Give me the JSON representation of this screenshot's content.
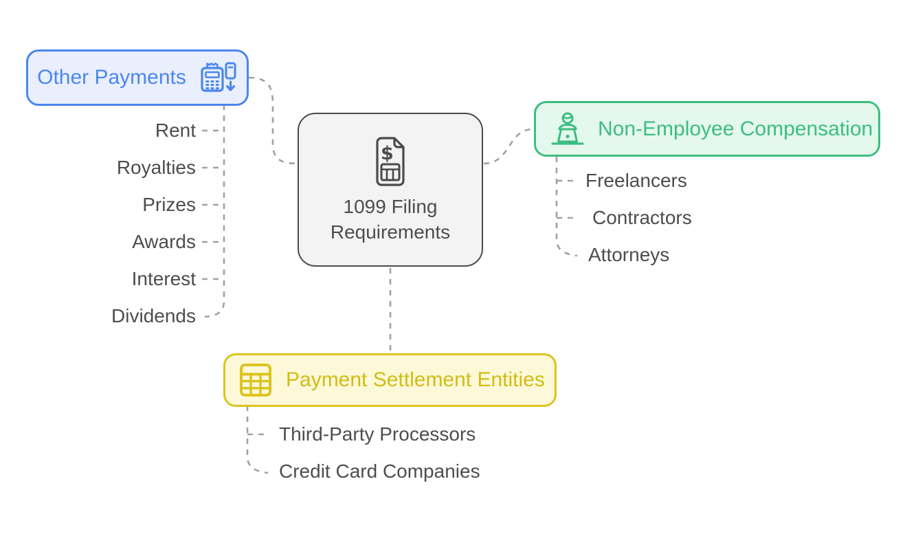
{
  "diagram": {
    "center": {
      "label": "1099 Filing Requirements",
      "icon": "dollar-invoice-icon",
      "dollar_glyph": "$",
      "border_color": "#4a4a4a",
      "background": "#f3f3f3"
    },
    "branches": {
      "other_payments": {
        "label": "Other Payments",
        "icon": "pos-terminal-card-icon",
        "accent_color": "#4c86ec",
        "background": "#e9effd",
        "children": [
          "Rent",
          "Royalties",
          "Prizes",
          "Awards",
          "Interest",
          "Dividends"
        ]
      },
      "non_employee_compensation": {
        "label": "Non-Employee Compensation",
        "icon": "freelancer-laptop-icon",
        "accent_color": "#3dbd80",
        "background": "#e4f8ed",
        "children": [
          "Freelancers",
          "Contractors",
          "Attorneys"
        ]
      },
      "payment_settlement_entities": {
        "label": "Payment Settlement Entities",
        "icon": "table-grid-icon",
        "accent_color": "#dcc41e",
        "background": "#fcf8d8",
        "children": [
          "Third-Party Processors",
          "Credit Card Companies"
        ]
      }
    },
    "connector_color": "#a1a1a1"
  }
}
